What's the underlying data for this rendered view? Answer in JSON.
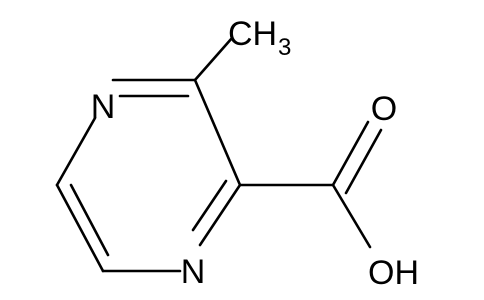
{
  "molecule": {
    "atoms": {
      "n_top": "N",
      "n_bottom": "N",
      "methyl_c": "CH",
      "methyl_sub": "3",
      "carbonyl_o": "O",
      "hydroxyl": "OH"
    },
    "colors": {
      "bond": "#000000",
      "label": "#000000",
      "background": "#ffffff"
    }
  }
}
